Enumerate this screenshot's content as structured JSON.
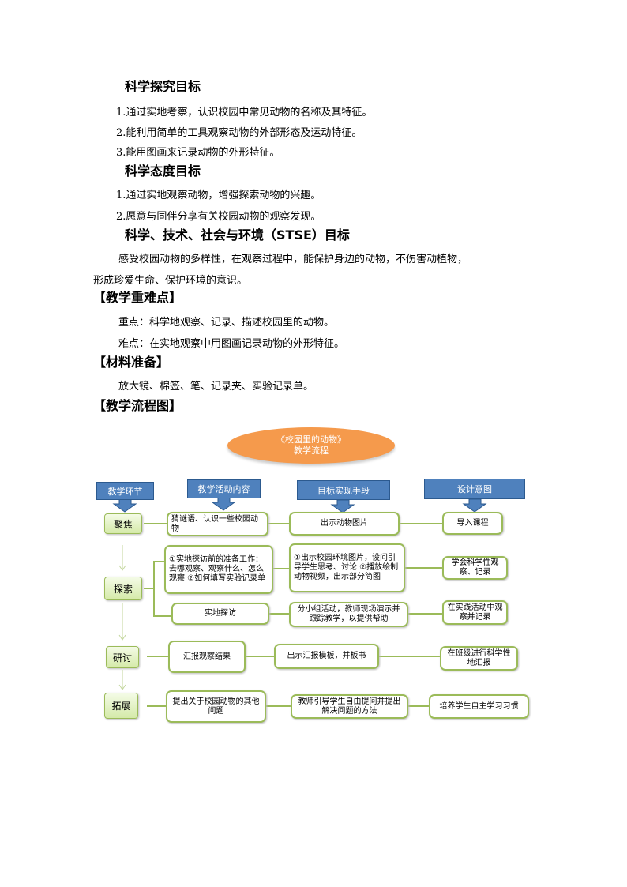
{
  "sections": {
    "inquiry": {
      "title": "科学探究目标",
      "items": [
        "1.通过实地考察，认识校园中常见动物的名称及其特征。",
        "2.能利用简单的工具观察动物的外部形态及运动特征。",
        "3.能用图画来记录动物的外形特征。"
      ]
    },
    "attitude": {
      "title": "科学态度目标",
      "items": [
        "1.通过实地观察动物，增强探索动物的兴趣。",
        "2.愿意与同伴分享有关校园动物的观察发现。"
      ]
    },
    "stse": {
      "title": "科学、技术、社会与环境（STSE）目标",
      "line1": "感受校园动物的多样性，在观察过程中，能保护身边的动物，不伤害动植物，",
      "line2": "形成珍爱生命、保护环境的意识。"
    },
    "keypoints": {
      "title": "【教学重难点】",
      "key": "重点：科学地观察、记录、描述校园里的动物。",
      "difficult": "难点：在实地观察中用图画记录动物的外形特征。"
    },
    "materials": {
      "title": "【材料准备】",
      "text": "放大镜、棉签、笔、记录夹、实验记录单。"
    },
    "flow": {
      "title": "【教学流程图】"
    }
  },
  "flowchart": {
    "title1": "《校园里的动物》",
    "title2": "教学流程",
    "headers": [
      "教学环节",
      "教学活动内容",
      "目标实现手段",
      "设计意图"
    ],
    "stages": [
      "聚焦",
      "探索",
      "研讨",
      "拓展"
    ],
    "rows": [
      {
        "activity": "猜谜语、认识一些校园动物",
        "means": "出示动物图片",
        "intent": "导入课程"
      },
      {
        "activity": "①实地探访前的准备工作：去哪观察、观察什么、怎么观察 ②如何填写实验记录单",
        "means": "①出示校园环境图片，设问引导学生思考、讨论 ②播放绘制动物视频，出示部分简图",
        "intent": "学会科学性观察、记录"
      },
      {
        "activity": "实地探访",
        "means": "分小组活动，教师现场演示并跟踪教学，以提供帮助",
        "intent": "在实践活动中观察并记录"
      },
      {
        "activity": "汇报观察结果",
        "means": "出示汇报模板，并板书",
        "intent": "在班级进行科学性地汇报"
      },
      {
        "activity": "提出关于校园动物的其他问题",
        "means": "教师引导学生自由提问并提出解决问题的方法",
        "intent": "培养学生自主学习习惯"
      }
    ],
    "colors": {
      "header": "#4f81bd",
      "border": "#9bbb59",
      "ellipse": "#f59a4c"
    }
  }
}
